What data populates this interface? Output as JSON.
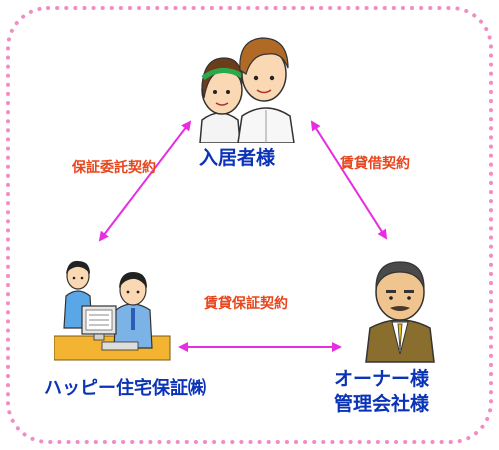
{
  "parties": {
    "tenant": "入居者様",
    "guarantor": "ハッピー住宅保証㈱",
    "owner_line1": "オーナー様",
    "owner_line2": "管理会社様"
  },
  "contracts": {
    "guarantee_consignment": "保証委託契約",
    "lease": "賃貸借契約",
    "rent_guarantee": "賃貸保証契約"
  },
  "colors": {
    "frame_dots": "#f28cc4",
    "arrow": "#e62ee0",
    "party_text": "#0b33b8",
    "contract_text": "#e8461d"
  }
}
